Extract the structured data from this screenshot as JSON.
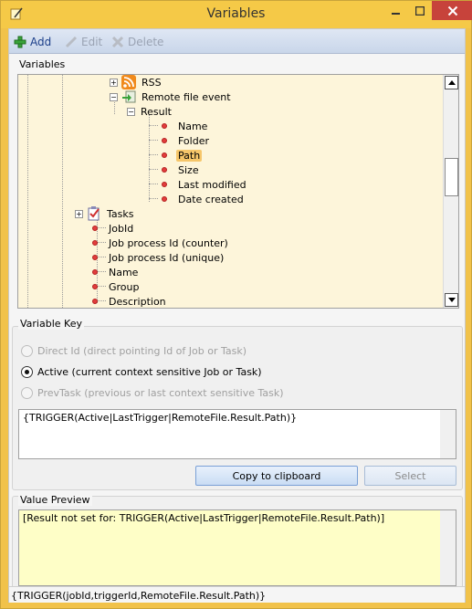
{
  "window": {
    "title": "Variables"
  },
  "toolbar": {
    "add": "Add",
    "edit": "Edit",
    "delete": "Delete"
  },
  "variables": {
    "label": "Variables",
    "tree": {
      "rss": "RSS",
      "remote_file_event": "Remote file event",
      "result": "Result",
      "result_items": [
        "Name",
        "Folder",
        "Path",
        "Size",
        "Last modified",
        "Date created"
      ],
      "selected": "Path",
      "tasks": "Tasks",
      "task_items": [
        "JobId",
        "Job process Id (counter)",
        "Job process Id (unique)",
        "Name",
        "Group",
        "Description"
      ]
    }
  },
  "variable_key": {
    "label": "Variable Key",
    "options": [
      "Direct Id (direct pointing Id of Job or Task)",
      "Active (current context sensitive Job or Task)",
      "PrevTask (previous or last context sensitive Task)"
    ],
    "selected_index": 1,
    "value": "{TRIGGER(Active|LastTrigger|RemoteFile.Result.Path)}",
    "copy_button": "Copy to clipboard",
    "select_button": "Select"
  },
  "value_preview": {
    "label": "Value Preview",
    "text": "[Result not set for: TRIGGER(Active|LastTrigger|RemoteFile.Result.Path)]"
  },
  "status": {
    "text": "{TRIGGER(jobId,triggerId,RemoteFile.Result.Path)}"
  }
}
